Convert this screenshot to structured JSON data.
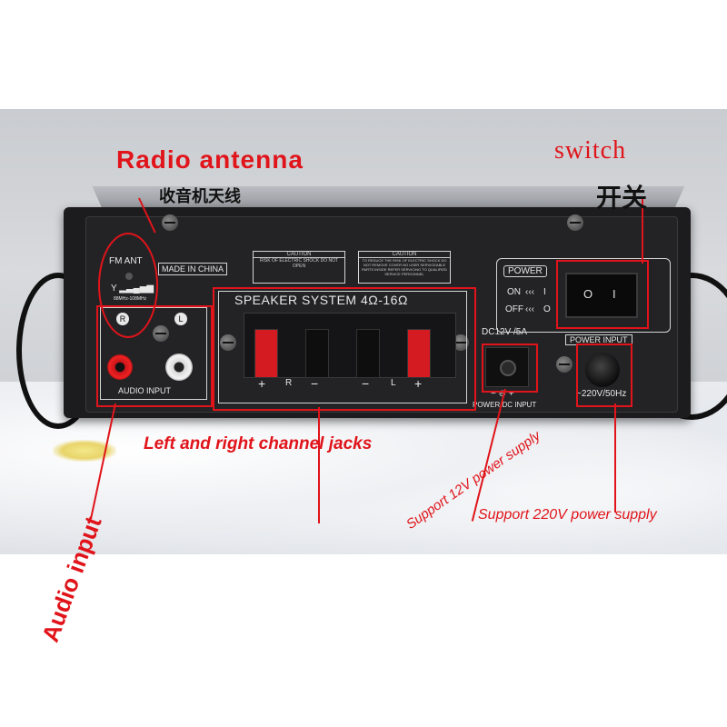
{
  "annotations": {
    "radio_antenna": "Radio antenna",
    "radio_antenna_cn": "收音机天线",
    "switch": "switch",
    "switch_cn": "开关",
    "channel_jacks": "Left and right channel jacks",
    "power_12v": "Support 12V power supply",
    "power_220v": "Support 220V power supply",
    "audio_input": "Audio input"
  },
  "panel": {
    "fm_ant": "FM ANT",
    "fm_range": "88MHz-108MHz",
    "made_in": "MADE IN CHINA",
    "caution_title": "CAUTION",
    "caution1": "RISK OF ELECTRIC SHOCK DO NOT OPEN",
    "caution2": "TO REDUCE THE RISK OF ELECTRIC SHOCK DO NOT REMOVE COVER NO USER SERVICEABLE PARTS INSIDE REFER SERVICING TO QUALIFIED SERVICE PERSONNEL",
    "speaker_system": "SPEAKER SYSTEM 4Ω-16Ω",
    "audio_input": "AUDIO INPUT",
    "r": "R",
    "l": "L",
    "plus": "+",
    "minus": "−",
    "dc_rating": "DC12V /5A",
    "power_dc_input": "POWER DC INPUT",
    "dc_polarity": "− ⊖ +",
    "power": "POWER",
    "on": "ON",
    "off": "OFF",
    "on_mark": "I",
    "off_mark": "O",
    "power_input": "POWER INPUT",
    "ac_rating": "~220V/50Hz",
    "switch_on": "I",
    "switch_off": "O"
  },
  "colors": {
    "annotation": "#e0141a",
    "chassis": "#1c1c1e",
    "jack_red": "#d41b22"
  }
}
